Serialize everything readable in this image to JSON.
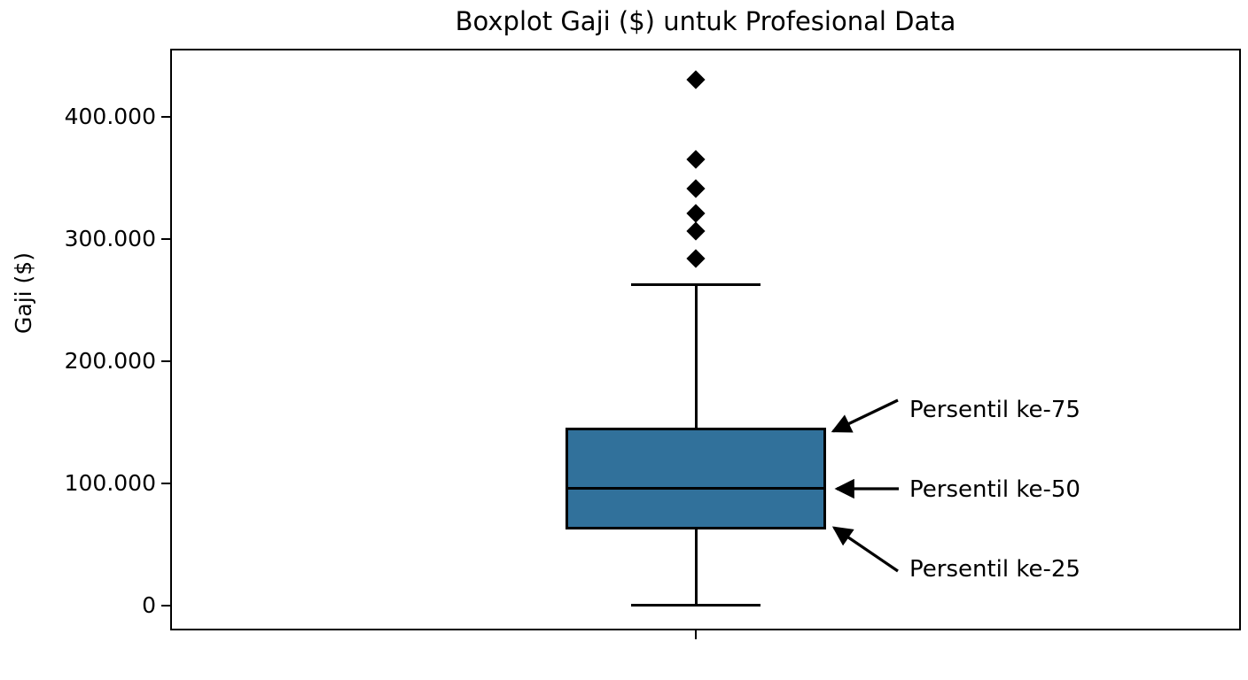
{
  "chart_data": {
    "type": "box",
    "title": "Boxplot Gaji ($) untuk Profesional Data",
    "xlabel": "",
    "ylabel": "Gaji ($)",
    "ylim": [
      -18000,
      448000
    ],
    "grid": false,
    "legend": "none",
    "orientation": "vertical",
    "yticks": [
      0,
      100000,
      200000,
      300000,
      400000
    ],
    "ytick_labels": [
      "0",
      "100.000",
      "200.000",
      "300.000",
      "400.000"
    ],
    "xtick_labels": [
      ""
    ],
    "box_color": "#31719B",
    "line_color": "#000000",
    "boxes": [
      {
        "name": "Gaji ($)",
        "whisker_low": 0,
        "q1": 62300,
        "median": 95600,
        "q3": 145000,
        "whisker_high": 262300,
        "outliers": [
          284000,
          305800,
          321000,
          341300,
          365200,
          430400
        ]
      }
    ],
    "annotations": [
      {
        "text": "Persentil ke-75",
        "points_to": 145000
      },
      {
        "text": "Persentil ke-50",
        "points_to": 95600
      },
      {
        "text": "Persentil ke-25",
        "points_to": 62300
      }
    ]
  },
  "chart": {
    "title": "Boxplot Gaji ($) untuk Profesional Data",
    "ylabel": "Gaji ($)",
    "ytick_labels": [
      "0",
      "100.000",
      "200.000",
      "300.000",
      "400.000"
    ],
    "annotations": {
      "p75": "Persentil ke-75",
      "p50": "Persentil ke-50",
      "p25": "Persentil ke-25"
    }
  }
}
